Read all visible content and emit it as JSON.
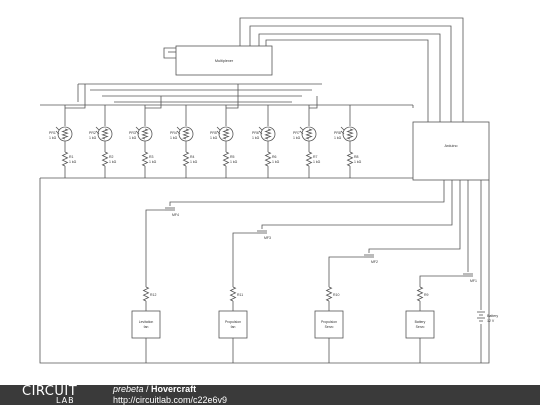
{
  "diagram": {
    "multiplexer_label": "Multiplexer",
    "arduino_label": "Arduino",
    "photoresistors": [
      "PR1",
      "PR2",
      "PR3",
      "PR4",
      "PR5",
      "PR6",
      "PR7",
      "PR8"
    ],
    "photoresistor_value": "1 kΩ",
    "resistors_top": [
      "R1",
      "R2",
      "R3",
      "R4",
      "R5",
      "R6",
      "R7",
      "R8"
    ],
    "resistor_value": "1 kΩ",
    "mosfets": [
      "MF4",
      "MF3",
      "MF2",
      "MF1"
    ],
    "resistors_bottom": [
      "R12",
      "R11",
      "R10",
      "R9"
    ],
    "loads": [
      {
        "line1": "Levitation",
        "line2": "fan"
      },
      {
        "line1": "Propulsion",
        "line2": "fan"
      },
      {
        "line1": "Propulsion",
        "line2": "Servo"
      },
      {
        "line1": "Battery",
        "line2": "Servo"
      }
    ],
    "battery_label": "Battery",
    "battery_value": "12 V"
  },
  "footer": {
    "logo_top": "CIRCUIT",
    "logo_bottom": "LAB",
    "author": "prebeta",
    "separator": " / ",
    "title": "Hovercraft",
    "url": "http://circuitlab.com/c22e6v9"
  }
}
